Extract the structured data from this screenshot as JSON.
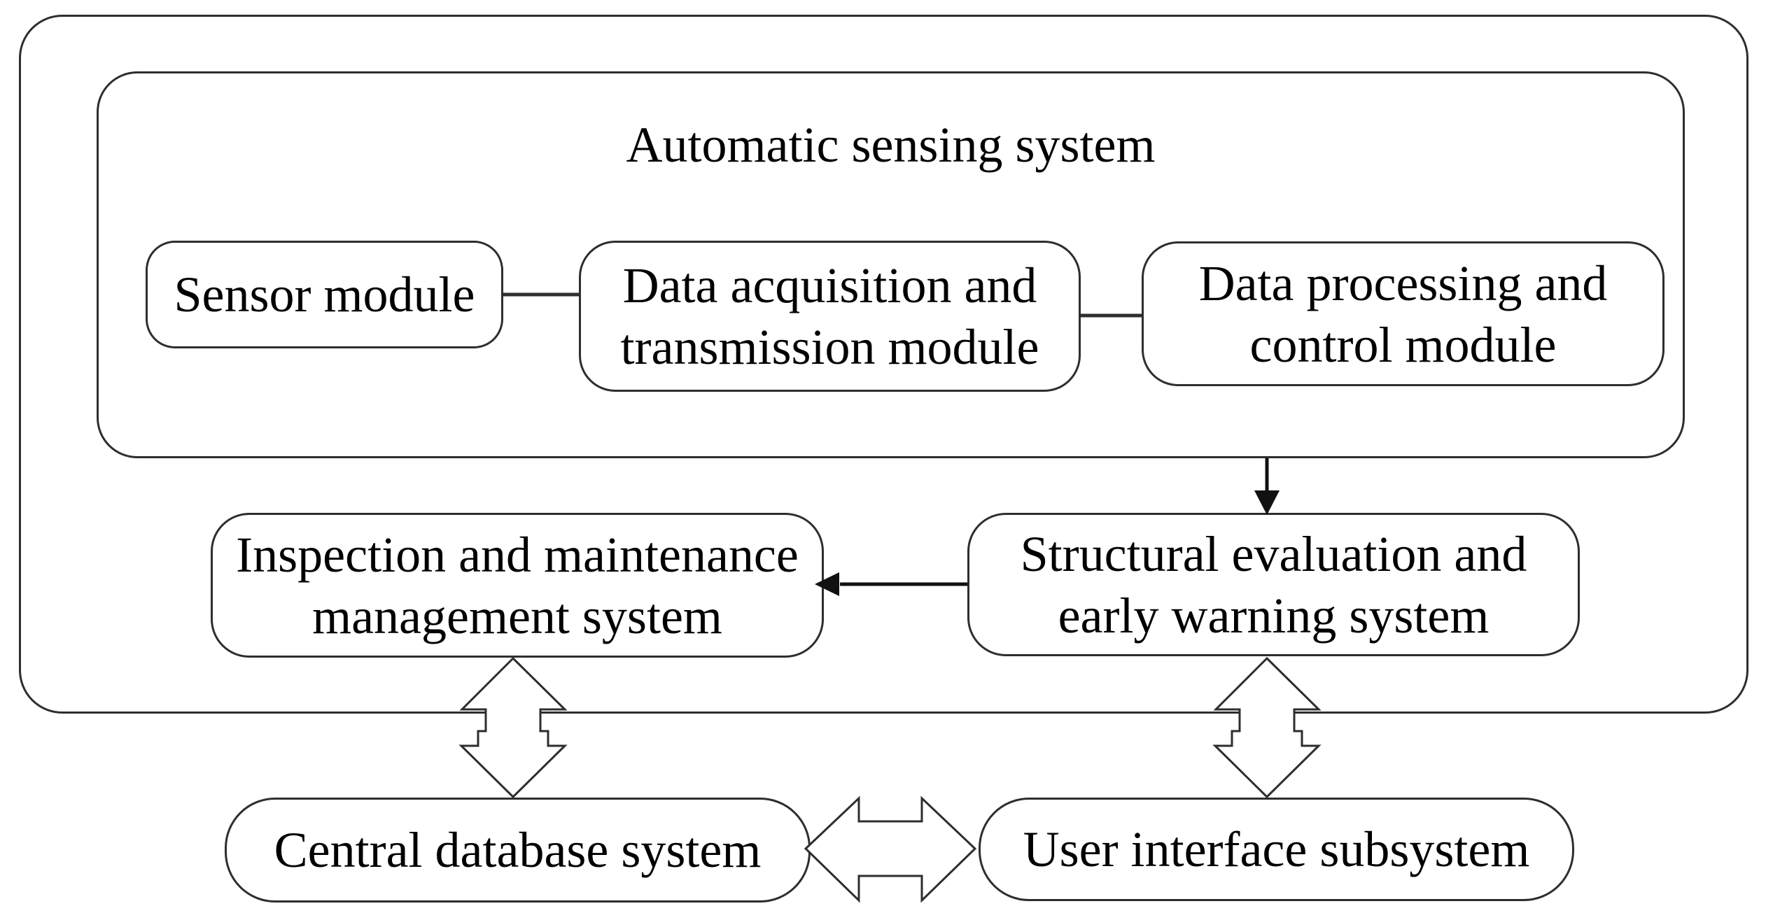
{
  "diagram": {
    "colors": {
      "line": "#2e2e2e",
      "text": "#000000",
      "background": "#ffffff"
    },
    "sensing_system": {
      "title": "Automatic sensing system",
      "modules": [
        {
          "label": "Sensor module",
          "lines": [
            "Sensor module"
          ]
        },
        {
          "label": "Data acquisition and transmission module",
          "lines": [
            "Data acquisition and",
            "transmission module"
          ]
        },
        {
          "label": "Data processing and control module",
          "lines": [
            "Data processing and",
            "control module"
          ]
        }
      ]
    },
    "inner_systems": [
      {
        "label": "Inspection and maintenance management system",
        "lines": [
          "Inspection and maintenance",
          "management system"
        ]
      },
      {
        "label": "Structural evaluation and early warning system",
        "lines": [
          "Structural evaluation and",
          "early warning system"
        ]
      }
    ],
    "external_systems": [
      {
        "label": "Central database system",
        "lines": [
          "Central database system"
        ]
      },
      {
        "label": "User interface subsystem",
        "lines": [
          "User interface subsystem"
        ]
      }
    ],
    "connections": [
      {
        "from": "Sensor module",
        "to": "Data acquisition and transmission module",
        "type": "line"
      },
      {
        "from": "Data acquisition and transmission module",
        "to": "Data processing and control module",
        "type": "line"
      },
      {
        "from": "Automatic sensing system",
        "to": "Structural evaluation and early warning system",
        "type": "arrow-down"
      },
      {
        "from": "Structural evaluation and early warning system",
        "to": "Inspection and maintenance management system",
        "type": "arrow-left"
      },
      {
        "from": "Inspection and maintenance management system",
        "to": "Central database system",
        "type": "double-arrow"
      },
      {
        "from": "Structural evaluation and early warning system",
        "to": "User interface subsystem",
        "type": "double-arrow"
      },
      {
        "from": "Central database system",
        "to": "User interface subsystem",
        "type": "double-arrow"
      }
    ]
  }
}
